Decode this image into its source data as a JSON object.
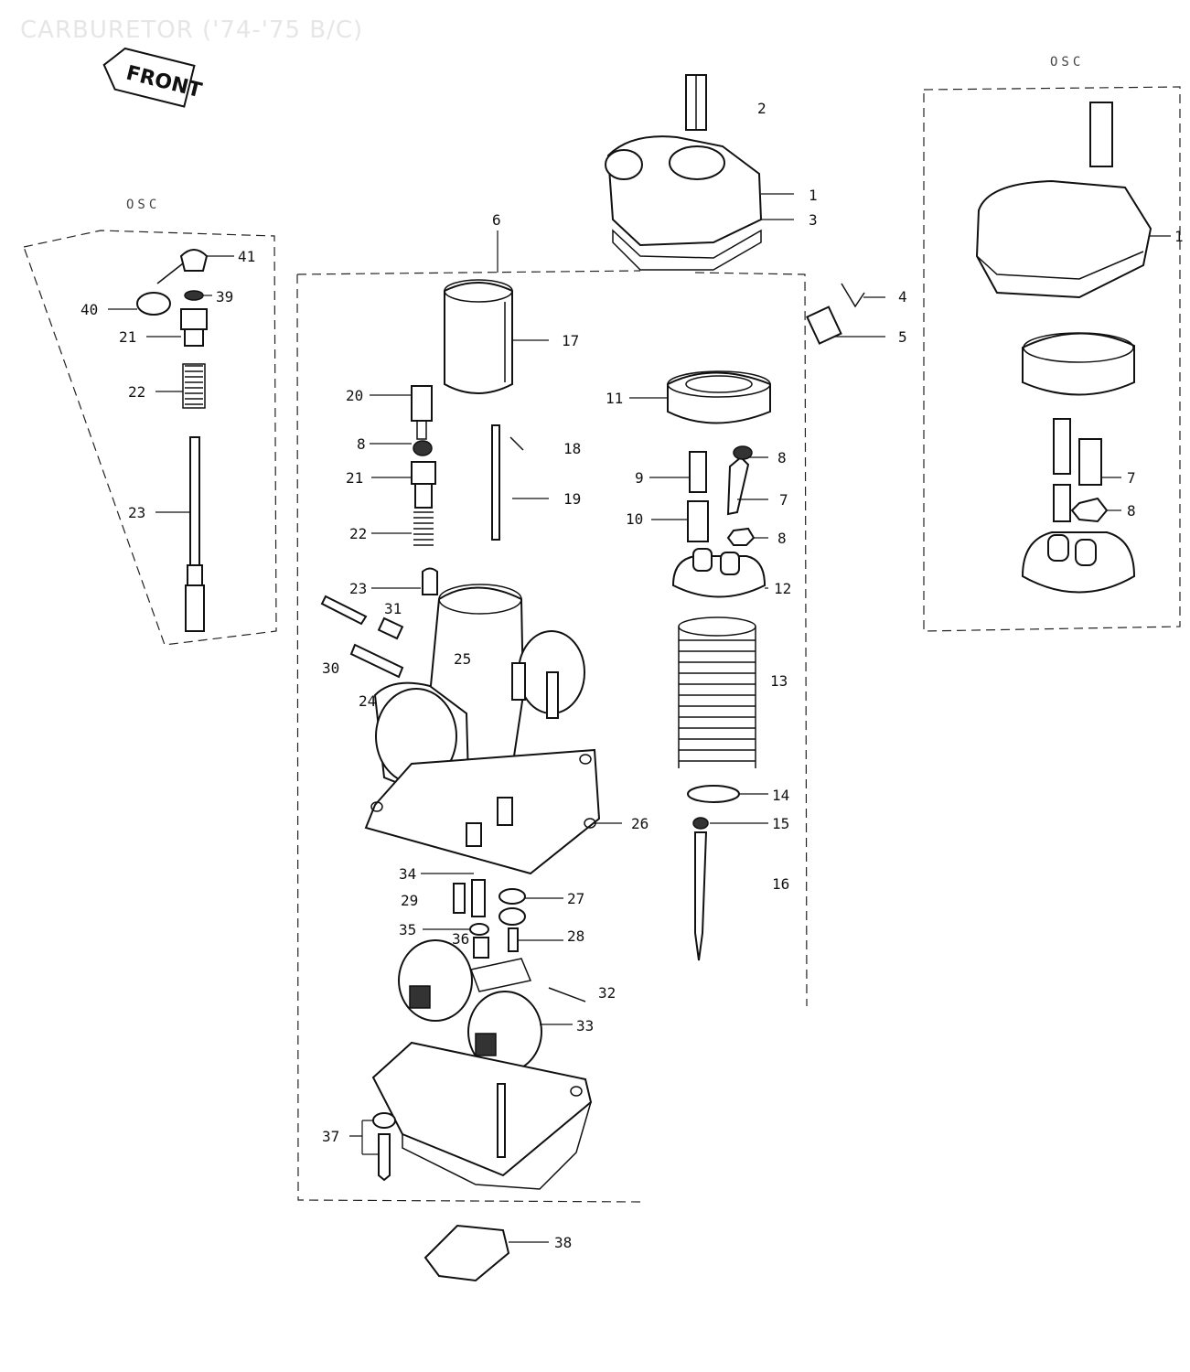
{
  "title": "CARBURETOR ('74-'75 B/C)",
  "front_label": "FRONT",
  "osc_label": "OSC",
  "callouts": [
    {
      "id": "c2",
      "label": "2"
    },
    {
      "id": "c1",
      "label": "1"
    },
    {
      "id": "c3",
      "label": "3"
    },
    {
      "id": "c6",
      "label": "6"
    },
    {
      "id": "c4",
      "label": "4"
    },
    {
      "id": "c5",
      "label": "5"
    },
    {
      "id": "c17",
      "label": "17"
    },
    {
      "id": "c11",
      "label": "11"
    },
    {
      "id": "c20",
      "label": "20"
    },
    {
      "id": "c8a",
      "label": "8"
    },
    {
      "id": "c18",
      "label": "18"
    },
    {
      "id": "c8b",
      "label": "8"
    },
    {
      "id": "c21",
      "label": "21"
    },
    {
      "id": "c9",
      "label": "9"
    },
    {
      "id": "c19",
      "label": "19"
    },
    {
      "id": "c7",
      "label": "7"
    },
    {
      "id": "c10",
      "label": "10"
    },
    {
      "id": "c22",
      "label": "22"
    },
    {
      "id": "c8c",
      "label": "8"
    },
    {
      "id": "c23",
      "label": "23"
    },
    {
      "id": "c12",
      "label": "12"
    },
    {
      "id": "c31",
      "label": "31"
    },
    {
      "id": "c30",
      "label": "30"
    },
    {
      "id": "c25",
      "label": "25"
    },
    {
      "id": "c13",
      "label": "13"
    },
    {
      "id": "c24",
      "label": "24"
    },
    {
      "id": "c14",
      "label": "14"
    },
    {
      "id": "c26",
      "label": "26"
    },
    {
      "id": "c15",
      "label": "15"
    },
    {
      "id": "c34",
      "label": "34"
    },
    {
      "id": "c16",
      "label": "16"
    },
    {
      "id": "c29",
      "label": "29"
    },
    {
      "id": "c27",
      "label": "27"
    },
    {
      "id": "c35",
      "label": "35"
    },
    {
      "id": "c36",
      "label": "36"
    },
    {
      "id": "c28",
      "label": "28"
    },
    {
      "id": "c32",
      "label": "32"
    },
    {
      "id": "c33",
      "label": "33"
    },
    {
      "id": "c37",
      "label": "37"
    },
    {
      "id": "c38",
      "label": "38"
    },
    {
      "id": "lc41",
      "label": "41"
    },
    {
      "id": "lc39",
      "label": "39"
    },
    {
      "id": "lc40",
      "label": "40"
    },
    {
      "id": "lc21",
      "label": "21"
    },
    {
      "id": "lc22",
      "label": "22"
    },
    {
      "id": "lc23",
      "label": "23"
    },
    {
      "id": "rc1",
      "label": "1"
    },
    {
      "id": "rc7",
      "label": "7"
    },
    {
      "id": "rc8",
      "label": "8"
    }
  ]
}
